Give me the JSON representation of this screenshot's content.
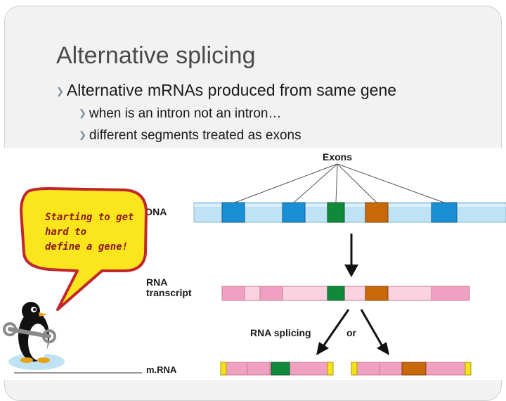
{
  "slide": {
    "title": "Alternative splicing",
    "bullets": [
      {
        "text": "Alternative mRNAs produced from same gene",
        "level": 1
      },
      {
        "text": "when is an intron not an intron…",
        "level": 2
      },
      {
        "text": "different segments treated as exons",
        "level": 2
      }
    ]
  },
  "diagram": {
    "labels": {
      "exons": "Exons",
      "dna": "DNA",
      "rna_transcript_line1": "RNA",
      "rna_transcript_line2": "transcript",
      "rna_splicing": "RNA splicing",
      "or": "or",
      "mrna": "m.RNA"
    },
    "speech_bubble": {
      "lines": [
        "Starting to get",
        "hard to",
        "define a gene!"
      ]
    },
    "colors": {
      "exon_blue": "#1a8fd6",
      "intron_light_blue": "#bfe3f5",
      "exon_green": "#0f8a3a",
      "exon_orange": "#c9680a",
      "rna_pink": "#f0a0c0",
      "rna_light_pink": "#fbd3e0",
      "cap_yellow": "#f5e21a",
      "bubble_yellow": "#fbe51c",
      "bubble_border": "#c0282d"
    }
  }
}
